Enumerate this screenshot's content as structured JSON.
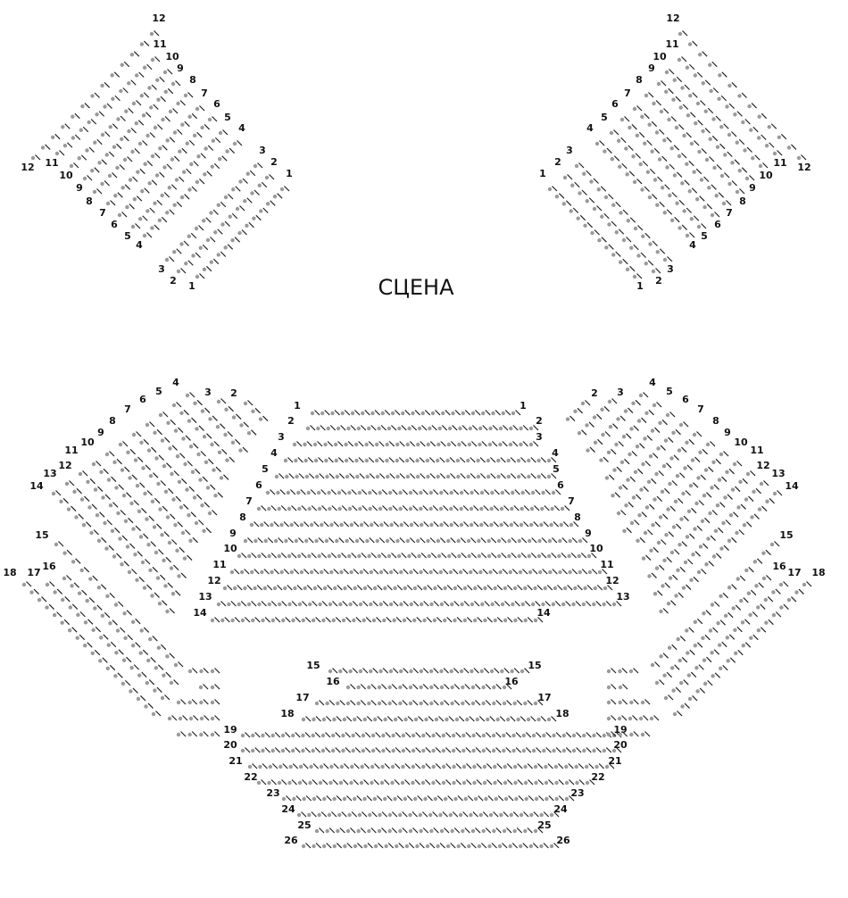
{
  "stage": {
    "label": "СЦЕНА"
  },
  "colors": {
    "seat": "#9a9a9a",
    "seat_mark": "#222222",
    "label": "#111111"
  },
  "balcony_left": {
    "rows": [
      {
        "label": "1",
        "seats": 13
      },
      {
        "label": "2",
        "seats": 13
      },
      {
        "label": "3",
        "seats": 13
      },
      {
        "label": "4",
        "seats": 13
      },
      {
        "label": "5",
        "seats": 13
      },
      {
        "label": "6",
        "seats": 13
      },
      {
        "label": "7",
        "seats": 13
      },
      {
        "label": "8",
        "seats": 13
      },
      {
        "label": "9",
        "seats": 13
      },
      {
        "label": "10",
        "seats": 13
      },
      {
        "label": "11",
        "seats": 13
      },
      {
        "label": "12",
        "seats": 13
      }
    ]
  },
  "balcony_right": {
    "rows": [
      {
        "label": "1",
        "seats": 13
      },
      {
        "label": "2",
        "seats": 13
      },
      {
        "label": "3",
        "seats": 13
      },
      {
        "label": "4",
        "seats": 13
      },
      {
        "label": "5",
        "seats": 13
      },
      {
        "label": "6",
        "seats": 13
      },
      {
        "label": "7",
        "seats": 13
      },
      {
        "label": "8",
        "seats": 13
      },
      {
        "label": "9",
        "seats": 13
      },
      {
        "label": "10",
        "seats": 13
      },
      {
        "label": "11",
        "seats": 13
      },
      {
        "label": "12",
        "seats": 13
      }
    ]
  },
  "parterre_front": {
    "rows": [
      {
        "label": "1",
        "seats": 21
      },
      {
        "label": "2",
        "seats": 23
      },
      {
        "label": "3",
        "seats": 24
      },
      {
        "label": "4",
        "seats": 27
      },
      {
        "label": "5",
        "seats": 28
      },
      {
        "label": "6",
        "seats": 29
      },
      {
        "label": "7",
        "seats": 31
      },
      {
        "label": "8",
        "seats": 33
      },
      {
        "label": "9",
        "seats": 34
      },
      {
        "label": "10",
        "seats": 36
      },
      {
        "label": "11",
        "seats": 38
      },
      {
        "label": "12",
        "seats": 39
      },
      {
        "label": "13",
        "seats": 40
      },
      {
        "label": "14",
        "seats": 33
      }
    ]
  },
  "parterre_back": {
    "rows": [
      {
        "label": "15",
        "seats": 20
      },
      {
        "label": "16",
        "seats": 16
      },
      {
        "label": "17",
        "seats": 22
      },
      {
        "label": "18",
        "seats": 25
      },
      {
        "label": "19",
        "seats": 38
      },
      {
        "label": "20",
        "seats": 38
      },
      {
        "label": "21",
        "seats": 36
      },
      {
        "label": "22",
        "seats": 33
      },
      {
        "label": "23",
        "seats": 29
      },
      {
        "label": "24",
        "seats": 26
      },
      {
        "label": "25",
        "seats": 22
      },
      {
        "label": "26",
        "seats": 25
      }
    ]
  },
  "side_left_upper": {
    "rows": [
      {
        "label": "2",
        "seats": 3
      },
      {
        "label": "3",
        "seats": 5
      },
      {
        "label": "4",
        "seats": 8
      },
      {
        "label": "5",
        "seats": 8
      },
      {
        "label": "6",
        "seats": 9
      },
      {
        "label": "7",
        "seats": 10
      },
      {
        "label": "8",
        "seats": 11
      },
      {
        "label": "9",
        "seats": 12
      },
      {
        "label": "10",
        "seats": 12
      },
      {
        "label": "11",
        "seats": 13
      },
      {
        "label": "12",
        "seats": 14
      },
      {
        "label": "13",
        "seats": 15
      },
      {
        "label": "14",
        "seats": 16
      }
    ]
  },
  "side_right_upper": {
    "rows": [
      {
        "label": "2",
        "seats": 3
      },
      {
        "label": "3",
        "seats": 5
      },
      {
        "label": "4",
        "seats": 8
      },
      {
        "label": "5",
        "seats": 8
      },
      {
        "label": "6",
        "seats": 9
      },
      {
        "label": "7",
        "seats": 10
      },
      {
        "label": "8",
        "seats": 11
      },
      {
        "label": "9",
        "seats": 12
      },
      {
        "label": "10",
        "seats": 12
      },
      {
        "label": "11",
        "seats": 13
      },
      {
        "label": "12",
        "seats": 14
      },
      {
        "label": "13",
        "seats": 15
      },
      {
        "label": "14",
        "seats": 16
      }
    ]
  },
  "side_left_lower": {
    "rows": [
      {
        "label": "15",
        "seats": 15
      },
      {
        "label": "16",
        "seats": 15
      },
      {
        "label": "17",
        "seats": 16
      },
      {
        "label": "18",
        "seats": 18
      }
    ]
  },
  "side_right_lower": {
    "rows": [
      {
        "label": "15",
        "seats": 15
      },
      {
        "label": "16",
        "seats": 15
      },
      {
        "label": "17",
        "seats": 16
      },
      {
        "label": "18",
        "seats": 18
      }
    ]
  },
  "boxes_left": {
    "groups": [
      {
        "seats": 3
      },
      {
        "seats": 2
      },
      {
        "seats": 4
      },
      {
        "seats": 5
      },
      {
        "seats": 4
      }
    ]
  },
  "boxes_right": {
    "groups": [
      {
        "seats": 3
      },
      {
        "seats": 2
      },
      {
        "seats": 4
      },
      {
        "seats": 5
      },
      {
        "seats": 4
      }
    ]
  }
}
